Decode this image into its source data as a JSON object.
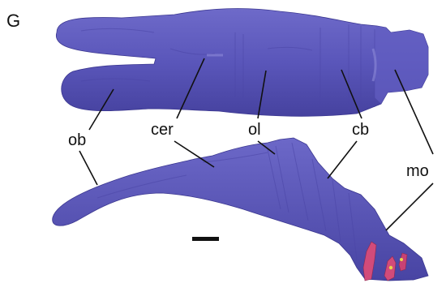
{
  "panel_label": "G",
  "labels": {
    "ob": "ob",
    "cer": "cer",
    "ol": "ol",
    "cb": "cb",
    "mo": "mo"
  },
  "colors": {
    "brain": "#5955B8",
    "brain_dark": "#3F3B97",
    "brain_light": "#7C78D0",
    "vessel": "#D24B7A",
    "marker": "#E8D84A",
    "text": "#111111"
  }
}
